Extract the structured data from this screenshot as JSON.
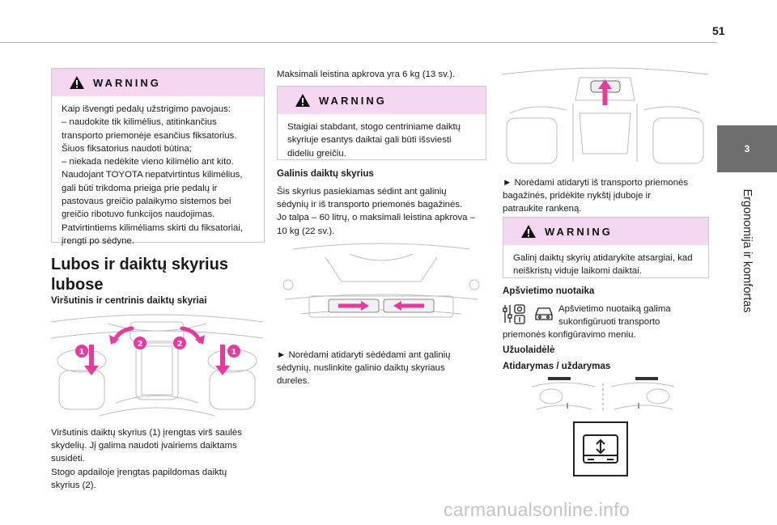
{
  "page": {
    "number": "51",
    "chapter_number": "3",
    "chapter_title": "Ergonomija ir komfortas"
  },
  "col1": {
    "warning": {
      "title": "WARNING",
      "lines": [
        "Kaip išvengti pedalų užstrigimo pavojaus:",
        "–  naudokite tik kilimėlius, atitinkančius",
        "transporto priemonėje esančius fiksatorius.",
        "Šiuos fiksatorius naudoti būtina;",
        "–  niekada nedėkite vieno kilimėlio ant kito.",
        "Naudojant TOYOTA nepatvirtintus kilimėlius,",
        "gali būti trikdoma prieiga prie pedalų ir",
        "pastovaus greičio palaikymo sistemos bei",
        "greičio ribotuvo funkcijos naudojimas.",
        "Patvirtintiems kilimėliams skirti du fiksatoriai,",
        "įrengti po sėdyne."
      ]
    },
    "heading_line1": "Lubos ir daiktų skyrius",
    "heading_line2": "lubose",
    "subheading": "Viršutinis ir centrinis daiktų skyriai",
    "figure_labels": [
      "1",
      "2",
      "2",
      "1"
    ],
    "body_lines": [
      "Viršutinis daiktų skyrius (1) įrengtas virš saulės",
      "skydelių. Jį galima naudoti įvairiems daiktams",
      "susidėti.",
      "Stogo apdailoje įrengtas papildomas daiktų",
      "skyrius (2)."
    ]
  },
  "col2": {
    "intro": "Maksimali leistina apkrova yra 6 kg (13 sv.).",
    "warning": {
      "title": "WARNING",
      "lines": [
        "Staigiai stabdant, stogo centriniame daiktų",
        "skyriuje esantys daiktai gali būti išsviesti",
        "dideliu greičiu."
      ]
    },
    "subheading": "Galinis daiktų skyrius",
    "body_lines": [
      "Šis skyrius pasiekiamas sėdint ant galinių",
      "sėdynių ir iš transporto priemonės bagažinės.",
      "Jo talpa – 60 litrų, o maksimali leistina apkrova –",
      "10 kg (22 sv.)."
    ],
    "instruction_lines": [
      "►  Norėdami atidaryti sėdėdami ant galinių",
      "sėdynių, nuslinkite galinio daiktų skyriaus",
      "dureles."
    ]
  },
  "col3": {
    "instruction_lines": [
      "►  Norėdami atidaryti iš transporto priemonės",
      "bagažinės, pridėkite nykštį įduboje ir",
      "patraukite rankeną."
    ],
    "warning": {
      "title": "WARNING",
      "lines": [
        "Galinį daiktų skyrių atidarykite atsargiai, kad",
        "neiškristų viduje laikomi daiktai."
      ]
    },
    "lighting_heading": "Apšvietimo nuotaika",
    "lighting_lines": [
      "Apšvietimo nuotaiką galima",
      "sukonfigūruoti transporto",
      "priemonės konfigūravimo meniu."
    ],
    "blind_heading": "Užuolaidėlė",
    "blind_subheading": "Atidarymas / uždarymas"
  },
  "colors": {
    "warning_header": "#f6d7f2",
    "arrow": "#e7399e",
    "sidetab": "#6e6e6e"
  },
  "watermark": "carmanualsonline.info"
}
